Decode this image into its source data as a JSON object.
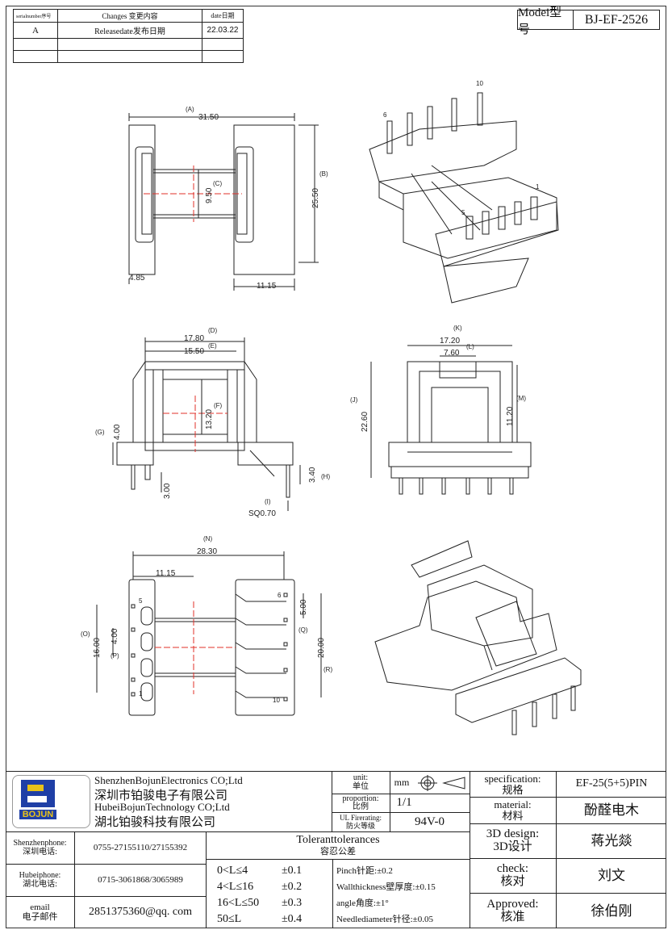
{
  "revision_table": {
    "headers": [
      "serialnumber序号",
      "Changes 变更内容",
      "date日期"
    ],
    "rows": [
      {
        "serial": "A",
        "change": "Releasedate发布日期",
        "date": "22.03.22"
      },
      {
        "serial": "",
        "change": "",
        "date": ""
      },
      {
        "serial": "",
        "change": "",
        "date": ""
      }
    ]
  },
  "model": {
    "label": "Modei型号",
    "value": "BJ-EF-2526"
  },
  "dimensions": {
    "top_view": {
      "A_label": "(A)",
      "A": "31.50",
      "B_label": "(B)",
      "B": "25.50",
      "C_label": "(C)",
      "C": "9.50",
      "left_w": "4.85",
      "bottom_w": "11.15"
    },
    "front_view": {
      "D_label": "(D)",
      "D": "17.80",
      "E_label": "(E)",
      "E": "15.50",
      "F_label": "(F)",
      "F": "13.20",
      "G_label": "(G)",
      "G": "4.00",
      "pin_h": "3.00",
      "H_label": "(H)",
      "H": "3.40",
      "I_label": "(I)",
      "I": "SQ0.70"
    },
    "side_view": {
      "K_label": "(K)",
      "K": "17.20",
      "L_label": "(L)",
      "L": "7.60",
      "J_label": "(J)",
      "J": "22.60",
      "M_label": "(M)",
      "M": "11.20"
    },
    "bottom_view": {
      "N_label": "(N)",
      "N": "28.30",
      "offset": "11.15",
      "O_label": "(O)",
      "O": "16.00",
      "P_label": "(P)",
      "P": "4.00",
      "Q_label": "(Q)",
      "Q": "5.00",
      "R_label": "(R)",
      "R": "20.00"
    },
    "pin_labels": {
      "p1": "1",
      "p5": "5",
      "p6": "6",
      "p10": "10"
    }
  },
  "title_block": {
    "company_en_1": "ShenzhenBojunElectronics CO;Ltd",
    "company_cn_1": "深圳市铂骏电子有限公司",
    "company_en_2": "HubeiBojunTechnology CO;Ltd",
    "company_cn_2": "湖北铂骏科技有限公司",
    "logo_text": "BOJUN",
    "unit_label": "unit:\n单位",
    "unit_value": "mm",
    "proportion_label": "proportion:\n比例",
    "proportion_value": "1/1",
    "ul_label": "UL Firerating:\n防火等级",
    "ul_value": "94V-0",
    "spec_label": "specification:\n规格",
    "spec_value": "EF-25(5+5)PIN",
    "material_label": "material:\n材料",
    "material_value": "酚醛电木",
    "design_label": "3D design:\n3D设计",
    "design_value": "蒋光燚",
    "check_label": "check:\n核对",
    "check_value": "刘文",
    "approved_label": "Approved:\n核准",
    "approved_value": "徐伯刚",
    "sz_phone_label": "Shenzhenphone:\n深圳电话:",
    "sz_phone": "0755-27155110/27155392",
    "hb_phone_label": "Hubeiphone:\n湖北电话:",
    "hb_phone": "0715-3061868/3065989",
    "email_label": "email\n电子邮件",
    "email": "2851375360@qq. com",
    "tol_title": "Toleranttolerances",
    "tol_sub": "容忍公差",
    "tolerances": [
      {
        "range": "0<L≤4",
        "tol": "±0.1"
      },
      {
        "range": "4<L≤16",
        "tol": "±0.2"
      },
      {
        "range": "16<L≤50",
        "tol": "±0.3"
      },
      {
        "range": "50≤L",
        "tol": "±0.4"
      }
    ],
    "notes": [
      "Pinch针距:±0.2",
      "Wallthickness壁厚度:±0.15",
      "angle角度:±1°",
      "Needlediameter针径:±0.05"
    ]
  },
  "colors": {
    "line": "#222222",
    "center": "#e0302a",
    "logo_blue": "#1f3fa6",
    "logo_yellow": "#e8c21a"
  }
}
